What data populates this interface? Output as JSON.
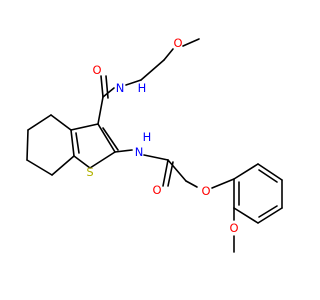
{
  "colors": {
    "bond": "#000000",
    "oxygen": "#ff0000",
    "nitrogen": "#0000ff",
    "sulfur": "#b2b200",
    "background": "#ffffff"
  },
  "atoms": {
    "o_ether_top": "O",
    "n_amide_top": "N",
    "h_amide_top": "H",
    "o_carbonyl_top": "O",
    "s_thiophene": "S",
    "n_amide_mid": "N",
    "h_amide_mid": "H",
    "o_carbonyl_mid": "O",
    "o_phenoxy": "O",
    "o_methoxy": "O"
  }
}
